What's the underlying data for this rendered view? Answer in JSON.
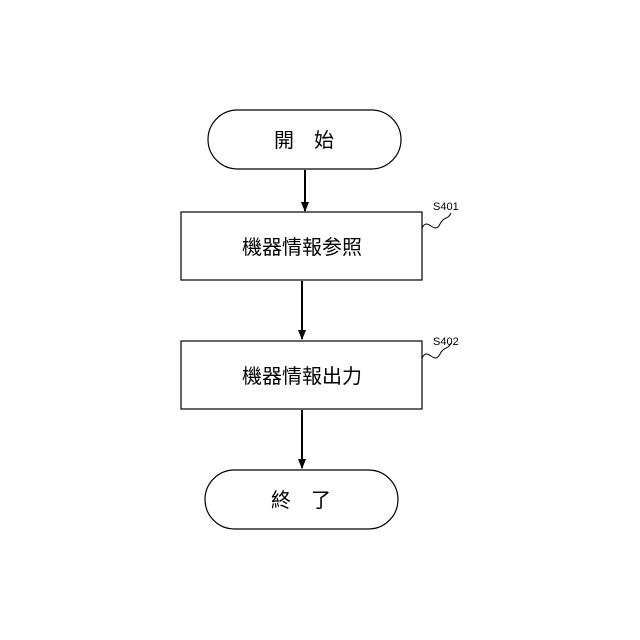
{
  "flowchart": {
    "start": {
      "text": "開　始"
    },
    "steps": [
      {
        "id": "S401",
        "text": "機器情報参照"
      },
      {
        "id": "S402",
        "text": "機器情報出力"
      }
    ],
    "end": {
      "text": "終　了"
    }
  }
}
